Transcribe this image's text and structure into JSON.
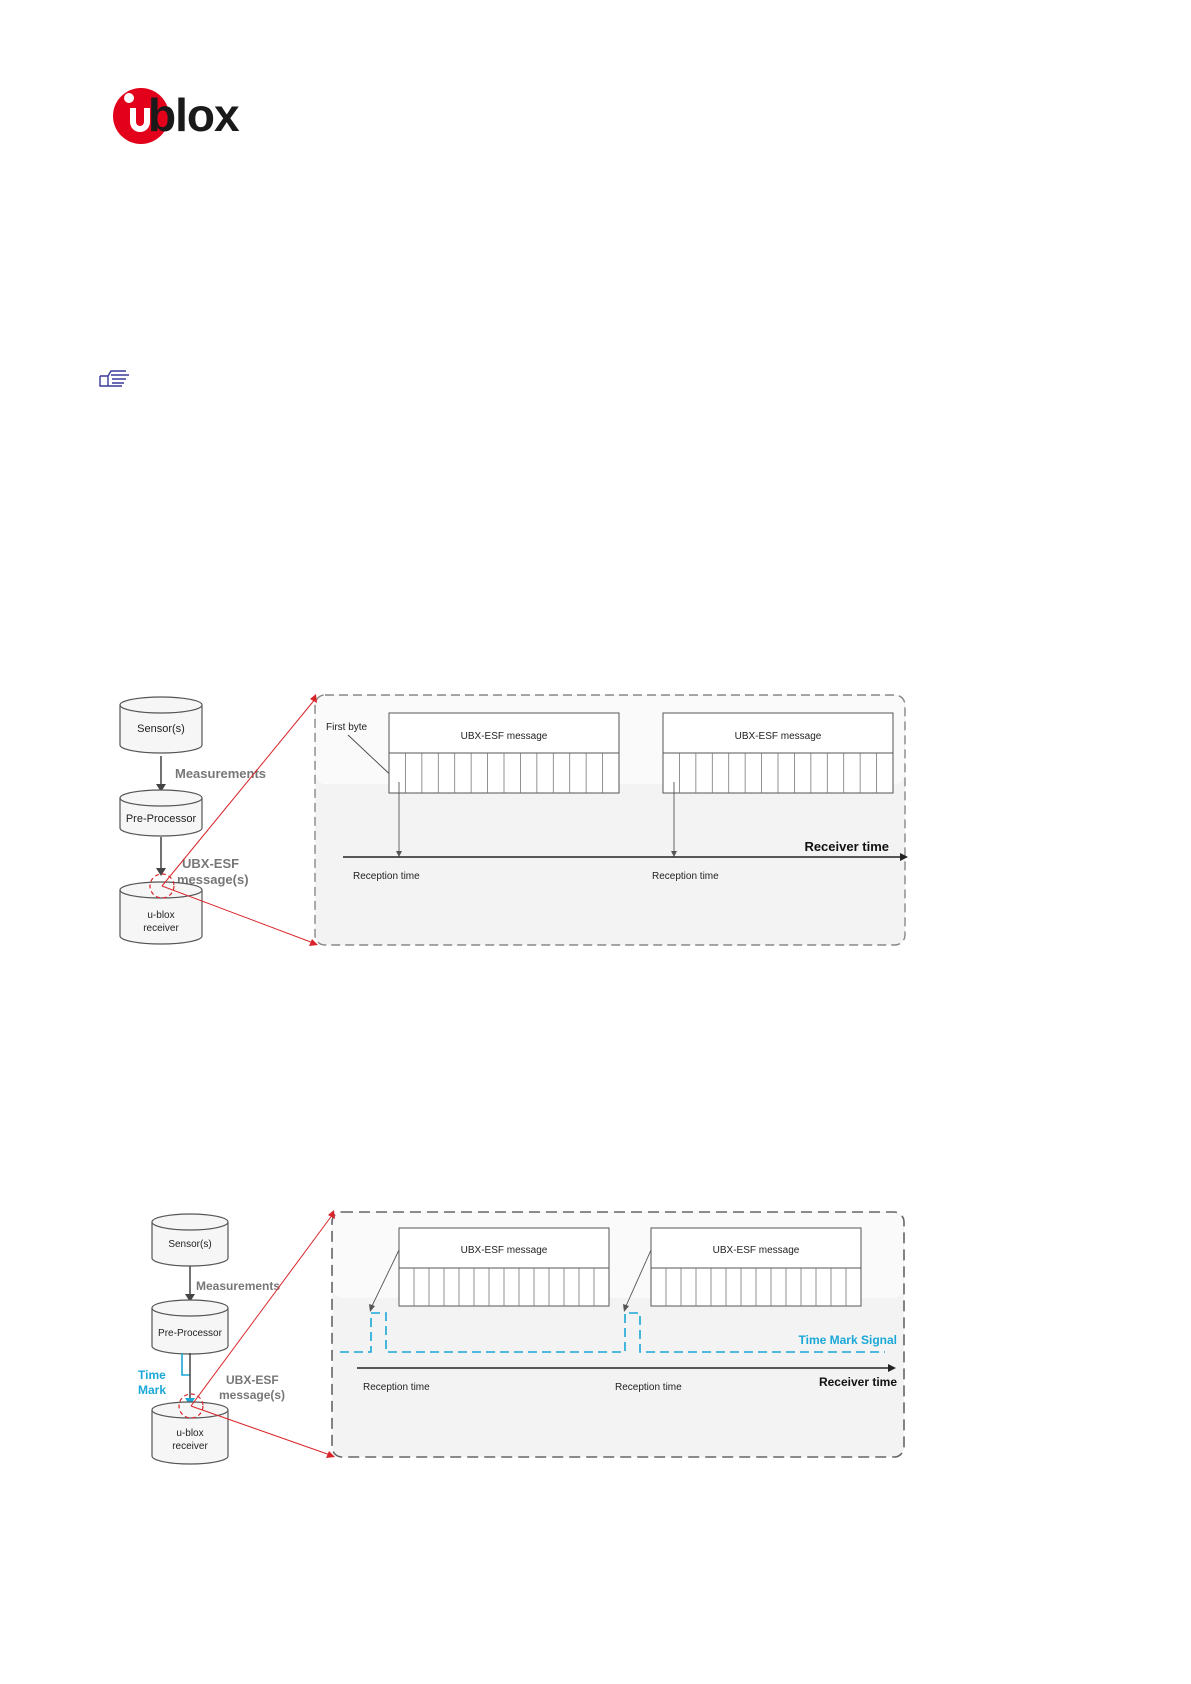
{
  "logo": {
    "text": "blox"
  },
  "icons": {
    "note": "pointing-hand-icon"
  },
  "figure1": {
    "sensors": "Sensor(s)",
    "measurements": "Measurements",
    "preprocessor": "Pre-Processor",
    "ubx_line1": "UBX-ESF",
    "ubx_line2": "message(s)",
    "receiver_line1": "u-blox",
    "receiver_line2": "receiver",
    "first_byte": "First byte",
    "message1": "UBX-ESF message",
    "message2": "UBX-ESF message",
    "receiver_time": "Receiver time",
    "reception1": "Reception time",
    "reception2": "Reception time"
  },
  "figure2": {
    "sensors": "Sensor(s)",
    "measurements": "Measurements",
    "preprocessor": "Pre-Processor",
    "time_line1": "Time",
    "time_line2": "Mark",
    "ubx_line1": "UBX-ESF",
    "ubx_line2": "message(s)",
    "receiver_line1": "u-blox",
    "receiver_line2": "receiver",
    "message1": "UBX-ESF message",
    "message2": "UBX-ESF message",
    "time_mark_signal": "Time Mark Signal",
    "receiver_time": "Receiver time",
    "reception1": "Reception time",
    "reception2": "Reception time"
  },
  "colors": {
    "brand_red": "#e2001a",
    "arrow_red": "#d9252a",
    "signal_cyan": "#1aa8d8",
    "box_border": "#555555",
    "panel_bg": "#f2f2f2"
  }
}
